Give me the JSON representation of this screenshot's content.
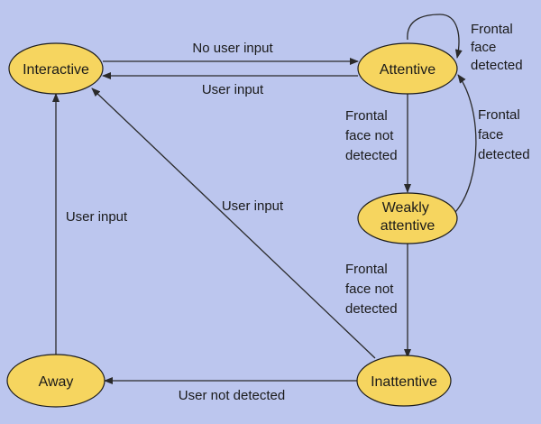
{
  "nodes": {
    "interactive": "Interactive",
    "attentive": "Attentive",
    "weakly": [
      "Weakly",
      "attentive"
    ],
    "away": "Away",
    "inattentive": "Inattentive"
  },
  "edges": {
    "interactive_to_attentive": "No user input",
    "attentive_to_interactive": "User input",
    "attentive_to_weakly": [
      "Frontal",
      "face not",
      "detected"
    ],
    "weakly_to_attentive": [
      "Frontal",
      "face",
      "detected"
    ],
    "attentive_self": [
      "Frontal",
      "face",
      "detected"
    ],
    "weakly_to_inattentive": [
      "Frontal",
      "face not",
      "detected"
    ],
    "inattentive_to_away": "User not detected",
    "inattentive_to_interactive": "User input",
    "away_to_interactive": "User input"
  }
}
